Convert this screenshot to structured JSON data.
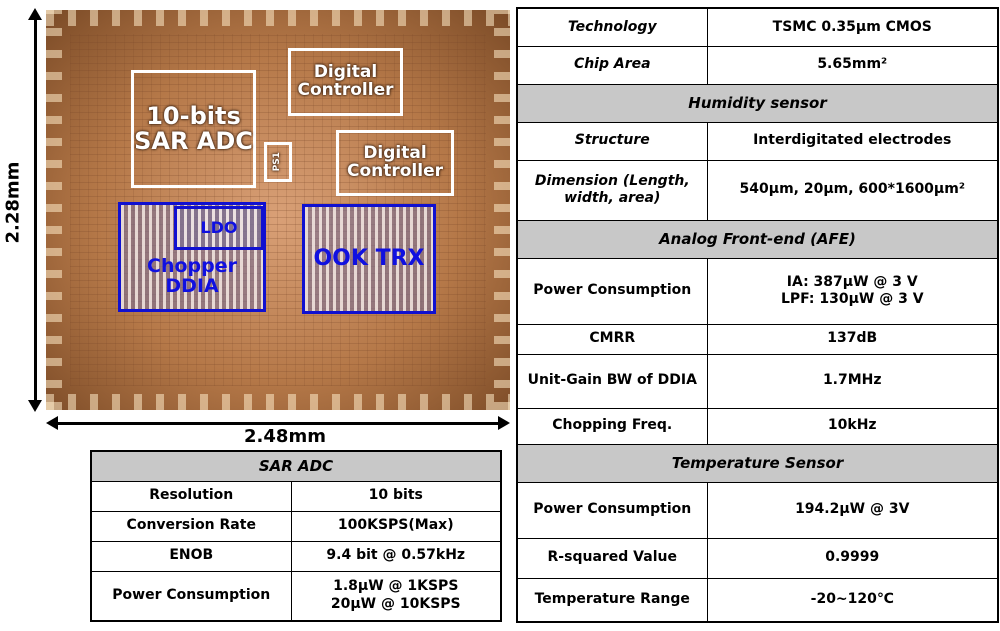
{
  "die": {
    "height_label": "2.28mm",
    "width_label": "2.48mm",
    "blocks": {
      "sar_adc": "10-bits SAR ADC",
      "digital_controller_1": "Digital Controller",
      "digital_controller_2": "Digital Controller",
      "ps1": "PS1",
      "ldo": "LDO",
      "chopper_ddia": "Chopper DDIA",
      "ook_trx": "OOK TRX"
    }
  },
  "adc_table": {
    "header": "SAR ADC",
    "rows": [
      {
        "label": "Resolution",
        "value": "10 bits"
      },
      {
        "label": "Conversion Rate",
        "value": "100KSPS(Max)"
      },
      {
        "label": "ENOB",
        "value": "9.4 bit @ 0.57kHz"
      },
      {
        "label": "Power Consumption",
        "value": "1.8μW @ 1KSPS",
        "value2": "20μW @ 10KSPS"
      }
    ]
  },
  "spec_table": {
    "technology": {
      "label": "Technology",
      "value": "TSMC 0.35μm CMOS"
    },
    "chip_area": {
      "label": "Chip Area",
      "value": "5.65mm²"
    },
    "humidity": {
      "header": "Humidity  sensor",
      "structure": {
        "label": "Structure",
        "value": "Interdigitated electrodes"
      },
      "dimension": {
        "label": "Dimension (Length, width, area)",
        "value": "540μm, 20μm, 600*1600μm²"
      }
    },
    "afe": {
      "header": "Analog Front-end (AFE)",
      "power": {
        "label": "Power Consumption",
        "value": "IA: 387μW @ 3 V",
        "value2": "LPF: 130μW @ 3 V"
      },
      "cmrr": {
        "label": "CMRR",
        "value": "137dB"
      },
      "ugbw": {
        "label": "Unit-Gain BW of DDIA",
        "value": "1.7MHz"
      },
      "chopping": {
        "label": "Chopping Freq.",
        "value": "10kHz"
      }
    },
    "temp": {
      "header": "Temperature Sensor",
      "power": {
        "label": "Power Consumption",
        "value": "194.2μW @ 3V"
      },
      "rsq": {
        "label": "R-squared Value",
        "value": "0.9999"
      },
      "range": {
        "label": "Temperature Range",
        "value": "-20~120℃"
      }
    }
  }
}
